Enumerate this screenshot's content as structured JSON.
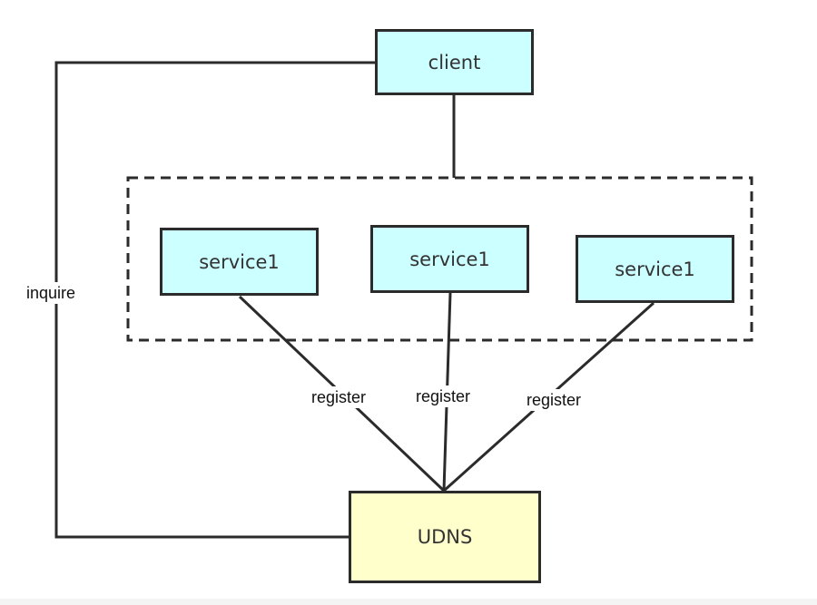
{
  "colors": {
    "service_fill": "#ccffff",
    "udns_fill": "#ffffcc",
    "stroke": "#2b2b2b"
  },
  "nodes": {
    "client": "client",
    "service_a": "service1",
    "service_b": "service1",
    "service_c": "service1",
    "udns": "UDNS"
  },
  "edges": {
    "inquire": "inquire",
    "register_a": "register",
    "register_b": "register",
    "register_c": "register"
  }
}
